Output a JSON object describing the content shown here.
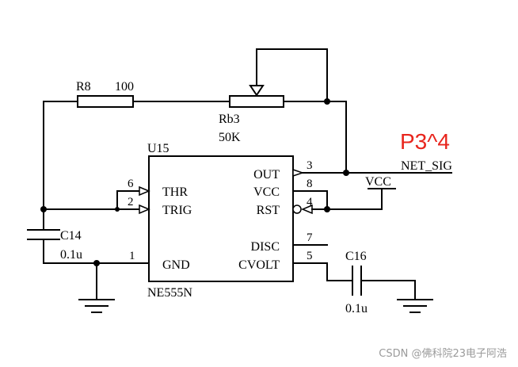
{
  "diagram": {
    "annotation": "P3^4",
    "watermark": "CSDN @佛科院23电子阿浩",
    "ic": {
      "ref": "U15",
      "part": "NE555N",
      "pins": {
        "thr": {
          "name": "THR",
          "number": "6"
        },
        "trig": {
          "name": "TRIG",
          "number": "2"
        },
        "gnd": {
          "name": "GND",
          "number": "1"
        },
        "out": {
          "name": "OUT",
          "number": "3"
        },
        "vcc": {
          "name": "VCC",
          "number": "8"
        },
        "rst": {
          "name": "RST",
          "number": "4"
        },
        "disc": {
          "name": "DISC",
          "number": "7"
        },
        "cvolt": {
          "name": "CVOLT",
          "number": "5"
        }
      }
    },
    "resistors": {
      "r8": {
        "ref": "R8",
        "value": "100"
      },
      "rb3": {
        "ref": "Rb3",
        "value": "50K"
      }
    },
    "capacitors": {
      "c14": {
        "ref": "C14",
        "value": "0.1u"
      },
      "c16": {
        "ref": "C16",
        "value": "0.1u"
      }
    },
    "power": {
      "vcc": "VCC"
    },
    "net": {
      "label": "NET_SIG"
    }
  }
}
